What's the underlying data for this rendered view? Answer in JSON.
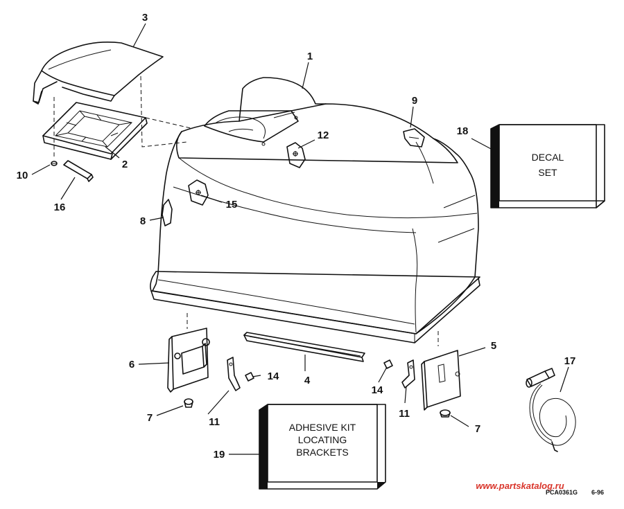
{
  "callouts": {
    "c1": "1",
    "c2": "2",
    "c3": "3",
    "c4": "4",
    "c5": "5",
    "c6": "6",
    "c7a": "7",
    "c7b": "7",
    "c8": "8",
    "c9": "9",
    "c10": "10",
    "c11a": "11",
    "c11b": "11",
    "c12": "12",
    "c14a": "14",
    "c14b": "14",
    "c15": "15",
    "c16": "16",
    "c17": "17",
    "c18": "18",
    "c19": "19"
  },
  "boxes": {
    "decal": {
      "line1": "DECAL",
      "line2": "SET"
    },
    "adhesive": {
      "line1": "ADHESIVE KIT",
      "line2": "LOCATING",
      "line3": "BRACKETS"
    }
  },
  "footer": {
    "watermark": "www.partskatalog.ru",
    "drawing_code": "PCA0361G",
    "date_code": "6-96"
  }
}
